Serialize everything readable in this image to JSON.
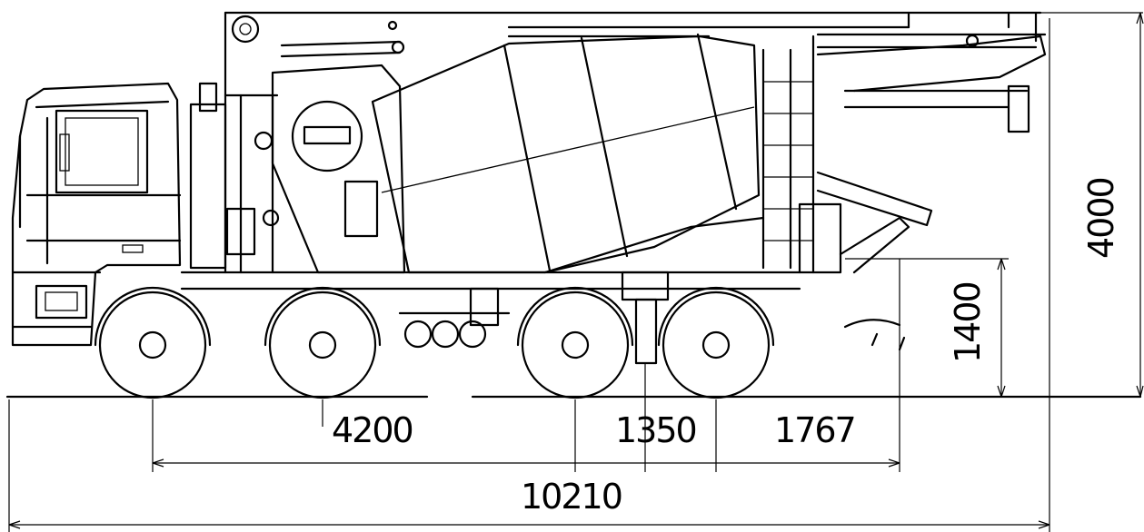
{
  "dimensions": {
    "wheelbase_front": "4200",
    "tandem_spacing": "1350",
    "rear_overhang": "1767",
    "overall_length": "10210",
    "mixer_height": "1400",
    "overall_height": "4000"
  }
}
